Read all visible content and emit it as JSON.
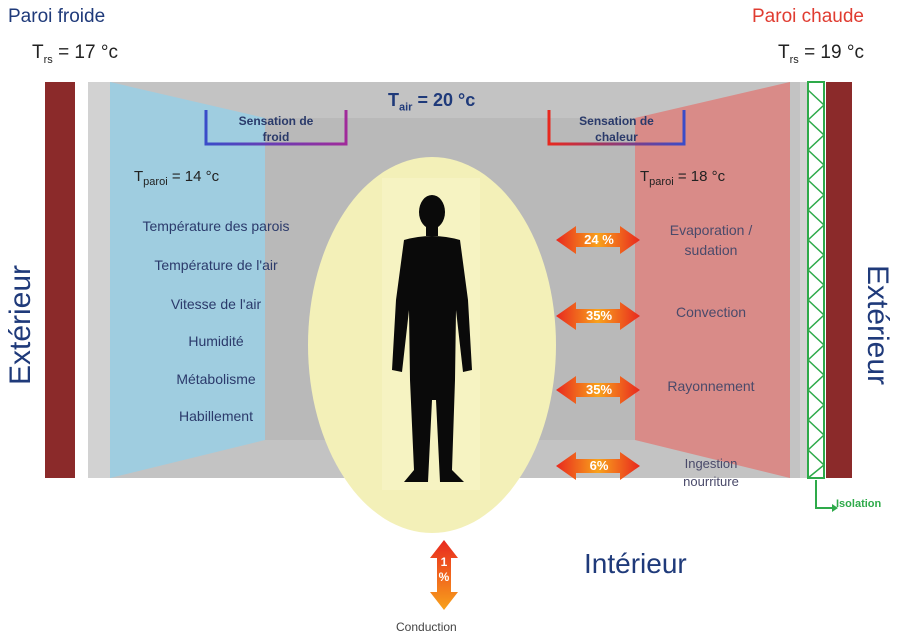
{
  "walls": {
    "cold": {
      "title": "Paroi froide",
      "trs_label": "T",
      "trs_sub": "rs",
      "trs_value": "= 17 °c"
    },
    "hot": {
      "title": "Paroi chaude",
      "trs_label": "T",
      "trs_sub": "rs",
      "trs_value": "= 19 °c"
    }
  },
  "exterior_label": "Extérieur",
  "interior_label": "Intérieur",
  "air_temp": {
    "label": "T",
    "sub": "air",
    "value": "= 20 °c"
  },
  "sensations": {
    "cold": {
      "line1": "Sensation de",
      "line2": "froid"
    },
    "hot": {
      "line1": "Sensation de",
      "line2": "chaleur"
    }
  },
  "wall_surface_temps": {
    "cold": {
      "label": "T",
      "sub": "paroi",
      "value": "= 14 °c"
    },
    "hot": {
      "label": "T",
      "sub": "paroi",
      "value": "= 18 °c"
    }
  },
  "comfort_factors": [
    "Température des parois",
    "Température de l'air",
    "Vitesse de l'air",
    "Humidité",
    "Métabolisme",
    "Habillement"
  ],
  "exchanges": [
    {
      "percent": "24 %",
      "line1": "Evaporation /",
      "line2": "sudation"
    },
    {
      "percent": "35%",
      "line1": "Convection",
      "line2": ""
    },
    {
      "percent": "35%",
      "line1": "Rayonnement",
      "line2": ""
    },
    {
      "percent": "6%",
      "line1": "Ingestion",
      "line2": "nourriture"
    }
  ],
  "conduction": {
    "percent_top": "1",
    "percent_bottom": "%",
    "label": "Conduction"
  },
  "isolation_label": "Isolation",
  "colors": {
    "wall_brick": "#8b2a2a",
    "cold_zone": "#9fcde0",
    "hot_zone": "#d98b88",
    "room_grey": "#bdbdbd",
    "body_halo": "#f3f0b8",
    "arrow_red": "#e8281e",
    "arrow_orange": "#f8a21c",
    "insulation_green": "#2eaa4a"
  },
  "icons": {
    "person": "person-silhouette-icon",
    "arrow": "double-arrow-icon"
  }
}
